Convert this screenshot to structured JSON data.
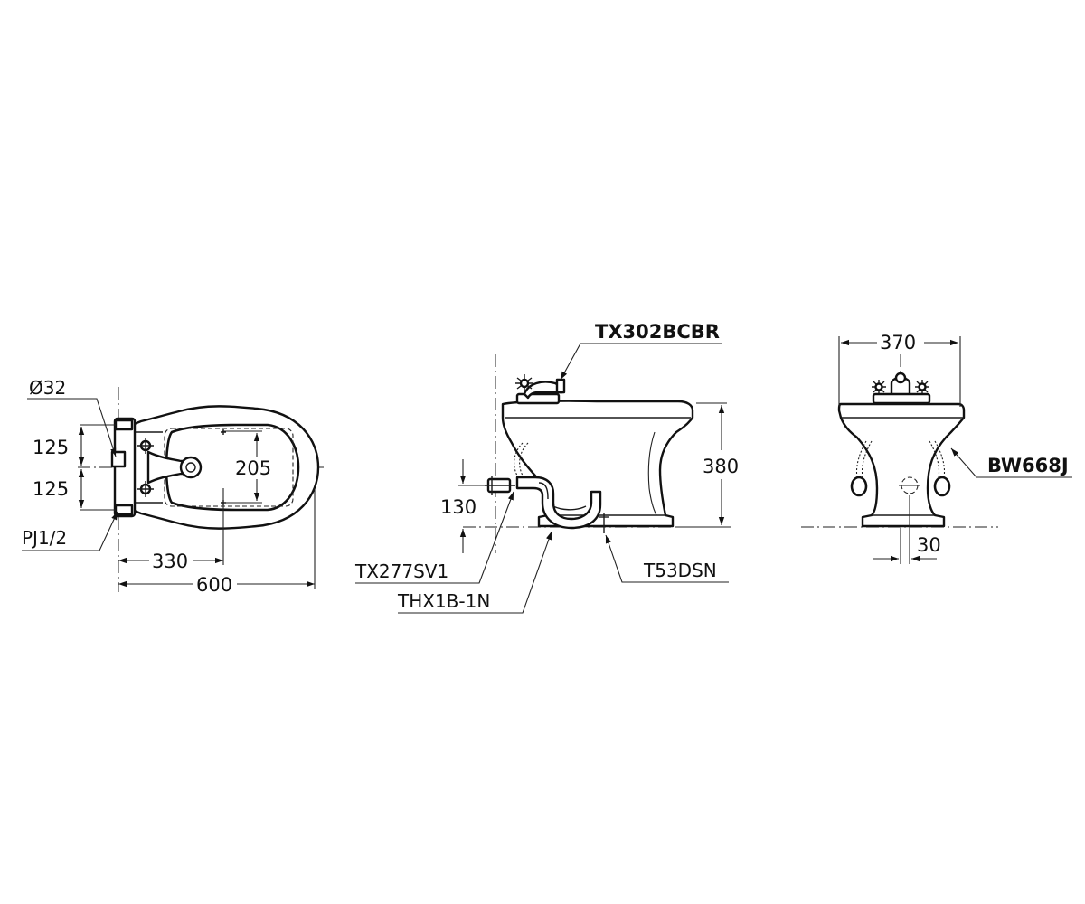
{
  "plan_view": {
    "dia_label": "Ø32",
    "dim_top_125": "125",
    "dim_bottom_125": "125",
    "dim_205": "205",
    "thread_label": "PJ1/2",
    "dim_330": "330",
    "dim_600": "600"
  },
  "side_view": {
    "faucet_label": "TX302BCBR",
    "dim_380": "380",
    "dim_130": "130",
    "valve_label": "TX277SV1",
    "trap_label": "THX1B-1N",
    "bolt_label": "T53DSN"
  },
  "front_view": {
    "dim_370": "370",
    "hose_label": "BW668J",
    "dim_30": "30"
  }
}
